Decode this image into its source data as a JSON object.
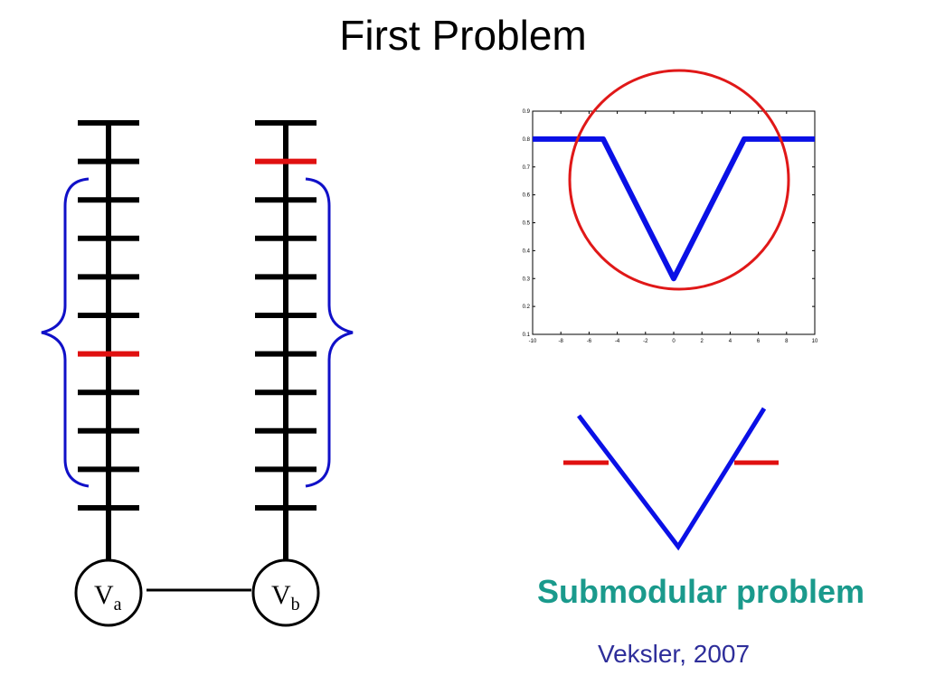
{
  "title": "First Problem",
  "caption": "Submodular problem",
  "credit": "Veksler, 2007",
  "nodes": {
    "a": {
      "letter": "V",
      "sub": "a"
    },
    "b": {
      "letter": "V",
      "sub": "b"
    }
  },
  "label_chains": {
    "a": {
      "rungs": 11,
      "highlighted_rung": 7
    },
    "b": {
      "rungs": 11,
      "highlighted_rung": 2
    }
  },
  "colors": {
    "title": "#000000",
    "caption": "#1a9a8c",
    "credit": "#2e2e9a",
    "rung": "#000000",
    "highlight": "#e01010",
    "brace": "#1010c8",
    "curve": "#0a10e6",
    "circle": "#e01818"
  },
  "chart_data": {
    "type": "line",
    "series": [
      {
        "x": [
          -10,
          -5,
          0,
          5,
          10
        ],
        "y": [
          0.8,
          0.8,
          0.3,
          0.8,
          0.8
        ]
      }
    ],
    "xlim": [
      -10,
      10
    ],
    "ylim": [
      0.1,
      0.9
    ],
    "xticks": [
      "-10",
      "-8",
      "-6",
      "-4",
      "-2",
      "0",
      "2",
      "4",
      "6",
      "8",
      "10"
    ],
    "yticks": [
      "0.1",
      "0.2",
      "0.3",
      "0.4",
      "0.5",
      "0.6",
      "0.7",
      "0.8",
      "0.9"
    ]
  }
}
